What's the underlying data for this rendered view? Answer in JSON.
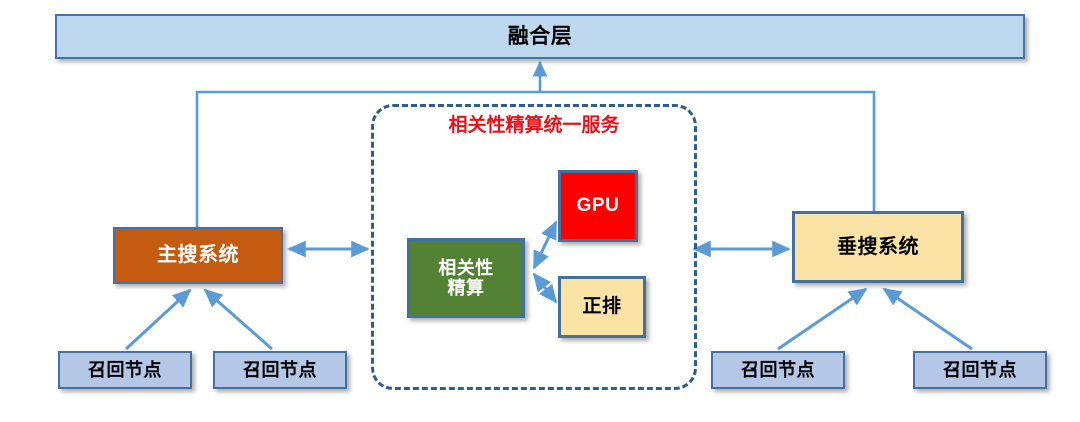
{
  "diagram": {
    "title": "融合层",
    "fusion_layer": {
      "label": "融合层",
      "fill": "#BDD7EE",
      "border": "#4472A8"
    },
    "service_boundary": {
      "label": "相关性精算统一服务",
      "label_color": "#E8131A",
      "border": "#2E5E8E",
      "style": "dashed"
    },
    "nodes": [
      {
        "id": "main-search",
        "label": "主搜系统",
        "fill": "#C55A11",
        "text_color": "#FFFFFF",
        "border": "#4472A8"
      },
      {
        "id": "vertical-search",
        "label": "垂搜系统",
        "fill": "#FBE2A5",
        "text_color": "#000000",
        "border": "#41719C"
      },
      {
        "id": "relevance-calc",
        "label": "相关性\n精算",
        "fill": "#548235",
        "text_color": "#FFFFFF",
        "border": "#41719C"
      },
      {
        "id": "gpu",
        "label": "GPU",
        "fill": "#FF0000",
        "text_color": "#FFFFFF",
        "border": "#41719C"
      },
      {
        "id": "forward-index",
        "label": "正排",
        "fill": "#FBE2A5",
        "text_color": "#000000",
        "border": "#41719C"
      }
    ],
    "recall_nodes": [
      {
        "id": "recall-node-0",
        "label": "召回节点"
      },
      {
        "id": "recall-node-1",
        "label": "召回节点"
      },
      {
        "id": "recall-node-2",
        "label": "召回节点"
      },
      {
        "id": "recall-node-3",
        "label": "召回节点"
      }
    ],
    "recall_node_fill": "#B4C7E7",
    "recall_node_border": "#44719E",
    "connector_color": "#5B9BD5",
    "connections": [
      {
        "from": "main-search",
        "to": "fusion-layer",
        "arrow": "single-up"
      },
      {
        "from": "vertical-search",
        "to": "fusion-layer",
        "arrow": "single-up"
      },
      {
        "from": "main-search",
        "to": "service-boundary",
        "arrow": "double"
      },
      {
        "from": "service-boundary",
        "to": "vertical-search",
        "arrow": "double"
      },
      {
        "from": "relevance-calc",
        "to": "gpu",
        "arrow": "double"
      },
      {
        "from": "relevance-calc",
        "to": "forward-index",
        "arrow": "double"
      },
      {
        "from": "recall-node-0",
        "to": "main-search",
        "arrow": "single"
      },
      {
        "from": "recall-node-1",
        "to": "main-search",
        "arrow": "single"
      },
      {
        "from": "recall-node-2",
        "to": "vertical-search",
        "arrow": "single"
      },
      {
        "from": "recall-node-3",
        "to": "vertical-search",
        "arrow": "single"
      }
    ]
  }
}
